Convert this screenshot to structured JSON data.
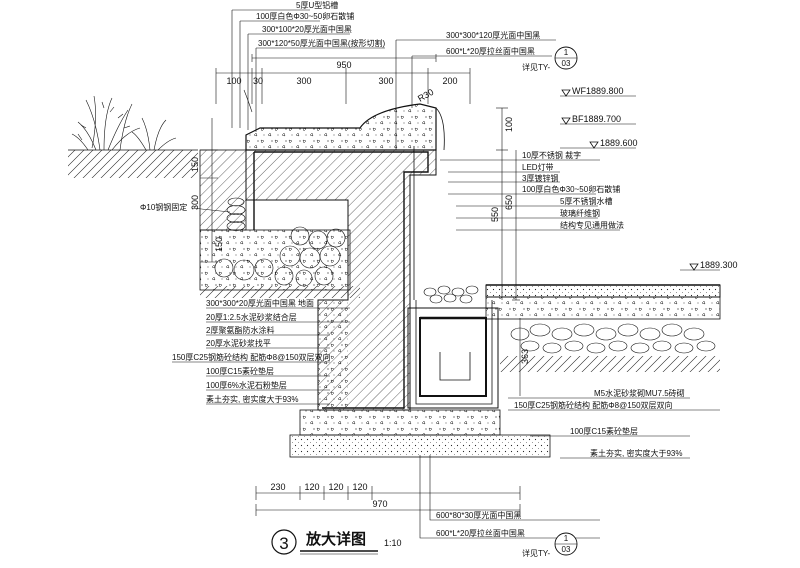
{
  "title": {
    "number": "3",
    "text": "放大详图",
    "scale": "1:10"
  },
  "top_callouts": [
    "5厚U型铝槽",
    "100厚白色Φ30~50卵石散铺",
    "300*100*20厚光面中国黑",
    "300*120*50厚光面中国黑(按形切割)"
  ],
  "top_right_callouts": [
    "300*300*120厚光面中国黑",
    "600*L*20厚拉丝面中国黑"
  ],
  "ref_top": {
    "num": "1",
    "sheet": "03",
    "prefix": "详见TY-"
  },
  "ref_bottom": {
    "num": "1",
    "sheet": "03",
    "prefix": "详见TY-"
  },
  "top_dims": [
    "100",
    "30",
    "950",
    "300",
    "300",
    "200"
  ],
  "radius_label": "R30",
  "elevations": [
    "WF1889.800",
    "BF1889.700",
    "1889.600",
    "1889.300"
  ],
  "right_callouts": [
    "10厚不锈钢 裁字",
    "LED灯带",
    "3厚镀锌钢",
    "100厚白色Φ30~50卵石散铺",
    "5厚不锈钢水槽",
    "玻璃纤维钢",
    "结构专见通用做法"
  ],
  "left_callouts": [
    "300*300*20厚光面中国黑 地面",
    "20厚1:2.5水泥砂浆结合层",
    "2厚聚氨酯防水涂料",
    "20厚水泥砂浆找平",
    "150厚C25钢筋砼结构  配筋Φ8@150双层双向",
    "100厚C15素砼垫层",
    "100厚6%水泥石粉垫层",
    "素土夯实, 密实度大于93%"
  ],
  "rod_label": "Φ10钢钢固定",
  "left_vdims": [
    "150",
    "300",
    "150"
  ],
  "mid_vdims": [
    "100",
    "550",
    "650",
    "363"
  ],
  "lower_right_callouts": [
    "M5水泥砂浆砌MU7.5砖砌",
    "150厚C25钢筋砼结构  配筋Φ8@150双层双向",
    "100厚C15素砼垫层",
    "素土夯实, 密实度大于93%"
  ],
  "bottom_dims": [
    "230",
    "120",
    "120",
    "120"
  ],
  "bottom_total": "970",
  "bottom_callouts": [
    "600*80*30厚光面中国黑",
    "600*L*20厚拉丝面中国黑"
  ]
}
